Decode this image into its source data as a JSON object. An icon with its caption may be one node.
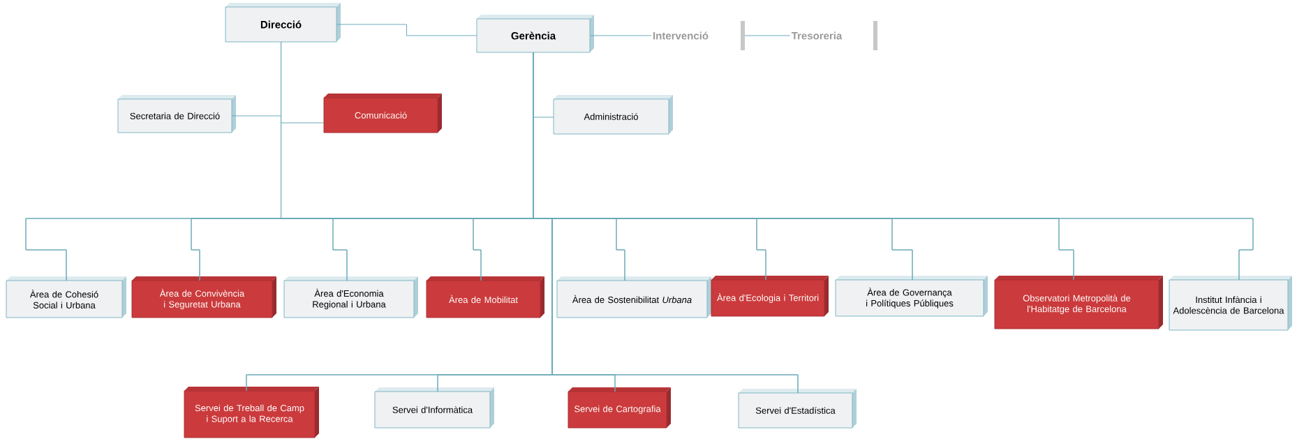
{
  "diagram": {
    "nodes": [
      {
        "text": [
          "Direcció"
        ]
      },
      {
        "text": [
          "Gerència"
        ]
      },
      {
        "text": [
          "Intervenció"
        ]
      },
      {
        "text": [
          "Tresoreria"
        ]
      },
      {
        "text": [
          "Secretaria de Direcció"
        ]
      },
      {
        "text": [
          "Comunicació"
        ]
      },
      {
        "text": [
          "Administració"
        ]
      },
      {
        "text": [
          "Àrea de Cohesió Social i Urbana"
        ]
      },
      {
        "text": [
          "Àrea de Convivència i Seguretat Urbana"
        ]
      },
      {
        "text": [
          "Àrea d'Economia Regional i Urbana"
        ]
      },
      {
        "text": [
          "Àrea de Mobilitat"
        ]
      },
      {
        "text": [
          "Àrea de Sostenibilitat *Urbana*"
        ]
      },
      {
        "text": [
          "Àrea d'Ecologia i Territori"
        ]
      },
      {
        "text": [
          "Àrea de Governança i Polítiques Públiques"
        ]
      },
      {
        "text": [
          "Observatori Metropolità de l'Habitatge de Barcelona"
        ]
      },
      {
        "text": [
          "Institut Infància i Adolescència de Barcelona"
        ]
      },
      {
        "text": [
          "Servei de Treball de Camp i Suport a la Recerca"
        ]
      },
      {
        "text": [
          "Servei d'Informàtica"
        ]
      },
      {
        "text": [
          "Servei de Cartografia"
        ]
      },
      {
        "text": [
          "Servei d'Estadística"
        ]
      }
    ],
    "edges": [
      {
        "from": 0,
        "to": 1,
        "arrow": "none"
      },
      {
        "from": 1,
        "to": 2,
        "arrow": "none"
      },
      {
        "from": 2,
        "to": 3,
        "arrow": "none"
      },
      {
        "from": 0,
        "to": 4,
        "arrow": "none"
      },
      {
        "from": 0,
        "to": 5,
        "arrow": "none"
      },
      {
        "from": 1,
        "to": 6,
        "arrow": "none"
      },
      {
        "from": 0,
        "to": 7,
        "arrow": "none"
      },
      {
        "from": 0,
        "to": 8,
        "arrow": "none"
      },
      {
        "from": 0,
        "to": 9,
        "arrow": "none"
      },
      {
        "from": 0,
        "to": 10,
        "arrow": "none"
      },
      {
        "from": 0,
        "to": 11,
        "arrow": "none"
      },
      {
        "from": 0,
        "to": 12,
        "arrow": "none"
      },
      {
        "from": 0,
        "to": 13,
        "arrow": "none"
      },
      {
        "from": 0,
        "to": 14,
        "arrow": "none"
      },
      {
        "from": 0,
        "to": 15,
        "arrow": "none"
      },
      {
        "from": 0,
        "to": 16,
        "arrow": "none"
      },
      {
        "from": 0,
        "to": 17,
        "arrow": "none"
      },
      {
        "from": 0,
        "to": 18,
        "arrow": "none"
      },
      {
        "from": 0,
        "to": 19,
        "arrow": "none"
      },
      {
        "from": 1,
        "to": 7,
        "arrow": "none"
      },
      {
        "from": 1,
        "to": 8,
        "arrow": "none"
      },
      {
        "from": 1,
        "to": 9,
        "arrow": "none"
      },
      {
        "from": 1,
        "to": 10,
        "arrow": "none"
      },
      {
        "from": 1,
        "to": 11,
        "arrow": "none"
      },
      {
        "from": 1,
        "to": 12,
        "arrow": "none"
      },
      {
        "from": 1,
        "to": 13,
        "arrow": "none"
      },
      {
        "from": 1,
        "to": 14,
        "arrow": "none"
      },
      {
        "from": 1,
        "to": 15,
        "arrow": "none"
      },
      {
        "from": 1,
        "to": 16,
        "arrow": "none"
      },
      {
        "from": 1,
        "to": 17,
        "arrow": "none"
      },
      {
        "from": 1,
        "to": 18,
        "arrow": "none"
      },
      {
        "from": 1,
        "to": 19,
        "arrow": "none"
      }
    ]
  }
}
